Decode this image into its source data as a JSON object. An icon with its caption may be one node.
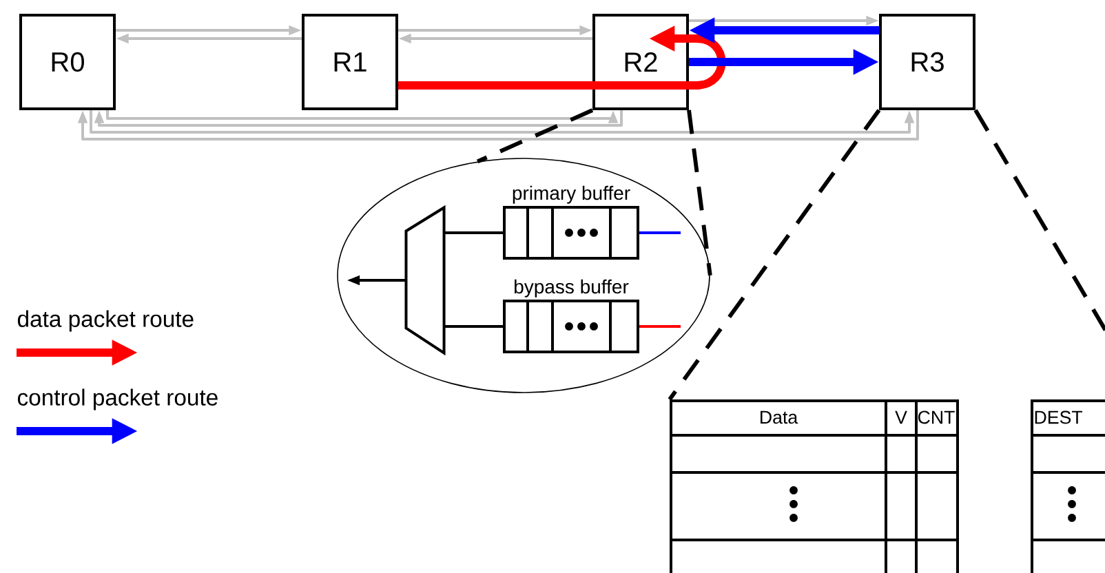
{
  "diagram": {
    "nodes": [
      {
        "text": [
          "R0"
        ]
      },
      {
        "text": [
          "R1"
        ]
      },
      {
        "text": [
          "R2"
        ]
      },
      {
        "text": [
          "R3"
        ]
      },
      {
        "text": [],
        "shape": "ellipse"
      },
      {
        "text": [],
        "shape": "trapezoid",
        "in": 4
      },
      {
        "text": [
          "primary buffer"
        ],
        "in": 4
      },
      {
        "text": [
          "bypass buffer"
        ],
        "in": 4
      },
      {
        "text": [
          "Data",
          "V",
          "CNT"
        ]
      },
      {
        "text": [
          "DEST"
        ]
      }
    ],
    "edges": [
      {
        "from": 0,
        "to": 1,
        "arrow": "to"
      },
      {
        "from": 1,
        "to": 0,
        "arrow": "to"
      },
      {
        "from": 1,
        "to": 2,
        "arrow": "to"
      },
      {
        "from": 2,
        "to": 1,
        "arrow": "to"
      },
      {
        "from": 2,
        "to": 3,
        "arrow": "to"
      },
      {
        "from": 2,
        "to": 0,
        "arrow": "to"
      },
      {
        "from": 0,
        "to": 2,
        "arrow": "to"
      },
      {
        "from": 3,
        "to": 0,
        "arrow": "to"
      },
      {
        "from": 0,
        "to": 3,
        "arrow": "to"
      },
      {
        "from": 1,
        "to": 2,
        "arrow": "to",
        "style": "thick",
        "color": "#ff0000"
      },
      {
        "from": 3,
        "to": 2,
        "arrow": "to",
        "style": "thick",
        "color": "#0000ff"
      },
      {
        "from": 2,
        "to": 3,
        "arrow": "to",
        "style": "thick",
        "color": "#0000ff"
      },
      {
        "from": 2,
        "to": 4,
        "arrow": "none",
        "style": "dashed",
        "color": "#000000"
      },
      {
        "from": 2,
        "to": 4,
        "arrow": "none",
        "style": "dashed",
        "color": "#000000"
      },
      {
        "from": 3,
        "to": 8,
        "arrow": "none",
        "style": "dashed",
        "color": "#000000"
      },
      {
        "from": 3,
        "to": 9,
        "arrow": "none",
        "style": "dashed",
        "color": "#000000"
      },
      {
        "from": 6,
        "to": 5,
        "arrow": "none",
        "color": "#000000"
      },
      {
        "from": 7,
        "to": 5,
        "arrow": "none",
        "color": "#000000"
      },
      {
        "from": 5,
        "to": null,
        "arrow": "to",
        "color": "#000000"
      },
      {
        "from": 6,
        "to": null,
        "arrow": "none",
        "color": "#0000ff"
      },
      {
        "from": 7,
        "to": null,
        "arrow": "none",
        "color": "#ff0000"
      }
    ],
    "legend": [
      {
        "text": "data packet route",
        "color": "#ff0000"
      },
      {
        "text": "control packet route",
        "color": "#0000ff"
      }
    ]
  }
}
